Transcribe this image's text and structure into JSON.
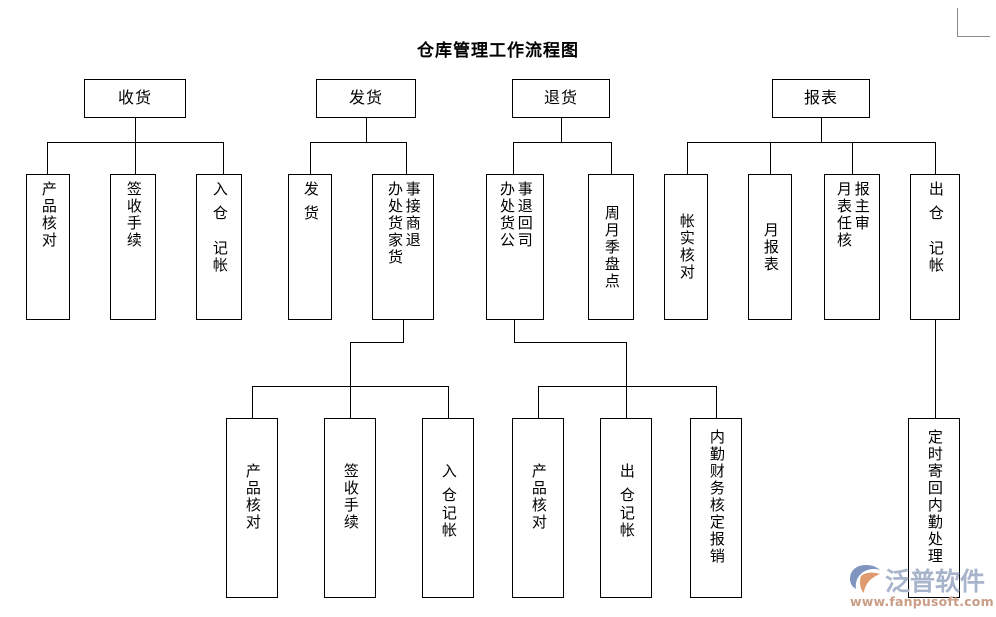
{
  "title": "仓库管理工作流程图",
  "chart_data": {
    "type": "diagram",
    "diagram_kind": "org-tree-flowchart",
    "title": "仓库管理工作流程图",
    "orientation": "top-down",
    "roots": [
      "收货",
      "发货",
      "退货",
      "报表"
    ]
  },
  "nodes": {
    "root_shouhuo": "收货",
    "root_fahuo": "发货",
    "root_tuihuo": "退货",
    "root_baobiao": "报表",
    "sh_1": "产品核对",
    "sh_2": "签收手续",
    "sh_3a": "入仓",
    "sh_3b": "记帐",
    "fh_1": "发货",
    "fh_2_right": "事接商退",
    "fh_2_left": "办处货家货",
    "th_1_right": "事退回司",
    "th_1_left": "办处货公",
    "th_2": "周月季盘点",
    "bb_1": "帐实核对",
    "bb_2": "月报表",
    "bb_3_right": "报主审",
    "bb_3_left": "月表任核",
    "bb_4a": "出仓",
    "bb_4b": "记帐",
    "bl_1": "产品核对",
    "bl_2": "签收手续",
    "bl_3a": "入仓",
    "bl_3b": "记帐",
    "bm_1": "产品核对",
    "bm_2a": "出仓",
    "bm_2b": "记帐",
    "bm_3": "内勤财务核定报销",
    "br_1": "定时寄回内勤处理"
  },
  "watermark": {
    "brand": "泛普软件",
    "url": "www.fanpusoft.com",
    "brand_color": "#a8b4cc",
    "url_color": "#c99d86"
  },
  "colors": {
    "background": "#ffffff",
    "stroke": "#000000",
    "text": "#000000",
    "corner_mark": "#8a8a8a"
  }
}
